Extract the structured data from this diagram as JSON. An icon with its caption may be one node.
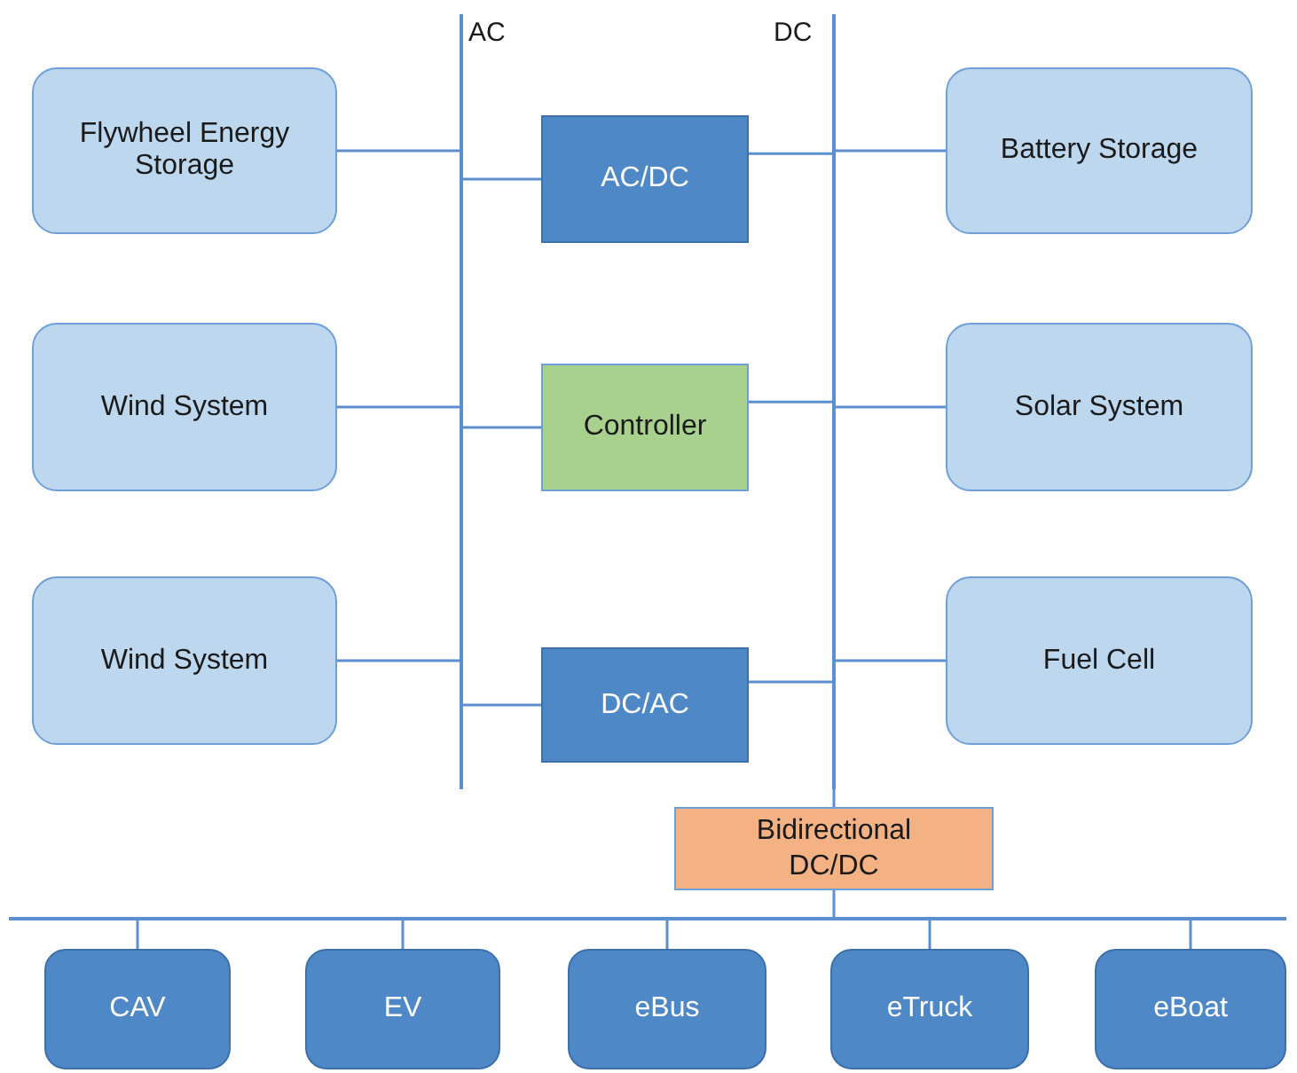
{
  "diagram": {
    "nodes": [
      {
        "text": [
          "AC"
        ]
      },
      {
        "text": [
          "DC"
        ]
      },
      {
        "text": [
          "Flywheel Energy Storage"
        ]
      },
      {
        "text": [
          "AC/DC"
        ]
      },
      {
        "text": [
          "Battery Storage"
        ]
      },
      {
        "text": [
          "Wind System"
        ]
      },
      {
        "text": [
          "Controller"
        ]
      },
      {
        "text": [
          "Solar System"
        ]
      },
      {
        "text": [
          "Wind System"
        ]
      },
      {
        "text": [
          "DC/AC"
        ]
      },
      {
        "text": [
          "Fuel Cell"
        ]
      },
      {
        "text": [
          "Bidirectional DC/DC"
        ]
      },
      {
        "text": [],
        "shape": "bar"
      },
      {
        "text": [
          "CAV"
        ]
      },
      {
        "text": [
          "EV"
        ]
      },
      {
        "text": [
          "eBus"
        ]
      },
      {
        "text": [
          "eTruck"
        ]
      },
      {
        "text": [
          "eBoat"
        ]
      }
    ],
    "edges": [
      {
        "from": 2,
        "to": 0,
        "arrow": "none"
      },
      {
        "from": 0,
        "to": 3,
        "arrow": "none"
      },
      {
        "from": 3,
        "to": 1,
        "arrow": "none"
      },
      {
        "from": 1,
        "to": 4,
        "arrow": "none"
      },
      {
        "from": 5,
        "to": 0,
        "arrow": "none"
      },
      {
        "from": 0,
        "to": 6,
        "arrow": "none"
      },
      {
        "from": 6,
        "to": 1,
        "arrow": "none"
      },
      {
        "from": 1,
        "to": 7,
        "arrow": "none"
      },
      {
        "from": 8,
        "to": 0,
        "arrow": "none"
      },
      {
        "from": 0,
        "to": 9,
        "arrow": "none"
      },
      {
        "from": 9,
        "to": 1,
        "arrow": "none"
      },
      {
        "from": 1,
        "to": 10,
        "arrow": "none"
      },
      {
        "from": 1,
        "to": 11,
        "arrow": "none"
      },
      {
        "from": 11,
        "to": 12,
        "arrow": "none"
      },
      {
        "from": 12,
        "to": 13,
        "arrow": "none"
      },
      {
        "from": 12,
        "to": 14,
        "arrow": "none"
      },
      {
        "from": 12,
        "to": 15,
        "arrow": "none"
      },
      {
        "from": 12,
        "to": 16,
        "arrow": "none"
      },
      {
        "from": 12,
        "to": 17,
        "arrow": "none"
      }
    ]
  }
}
